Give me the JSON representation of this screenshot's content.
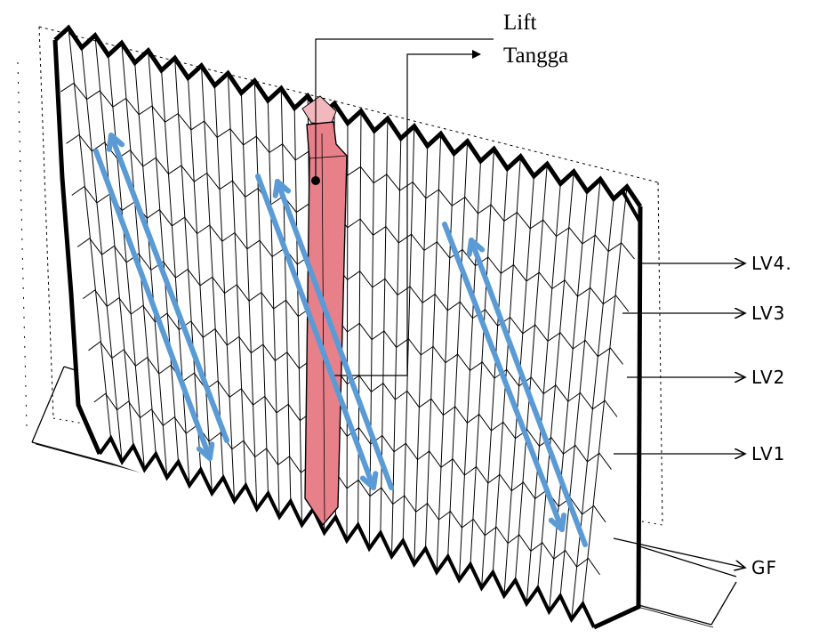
{
  "callouts": {
    "lift": "Lift",
    "tangga": "Tangga"
  },
  "levels": [
    "LV4.",
    "LV3",
    "LV2",
    "LV1",
    "GF"
  ],
  "colors": {
    "ink": "#000000",
    "core_fill": "#e8808a",
    "core_fill_light": "#f3b8bd",
    "arrow_blue": "#5b9bd5"
  }
}
